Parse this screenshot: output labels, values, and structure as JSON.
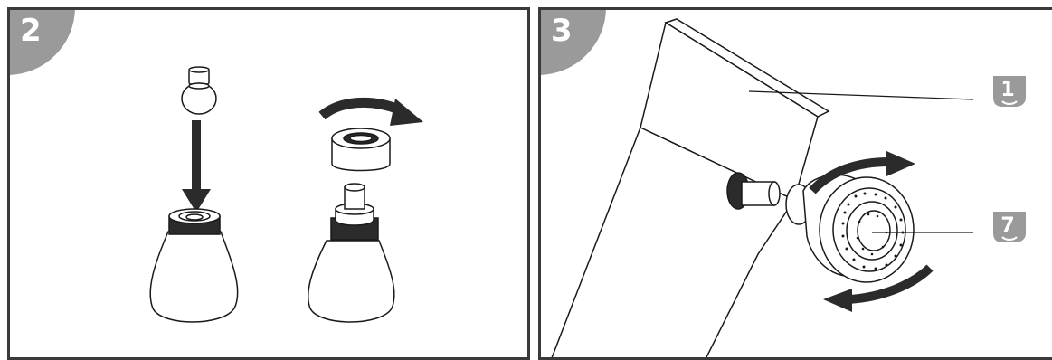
{
  "panels": [
    {
      "step": "2"
    },
    {
      "step": "3"
    }
  ],
  "callouts": [
    {
      "number": "1"
    },
    {
      "number": "7"
    }
  ],
  "colors": {
    "border": "#3a3a3a",
    "tab": "#9a9a9a",
    "line": "#1a1a1a",
    "arrow": "#2b2b2b"
  }
}
